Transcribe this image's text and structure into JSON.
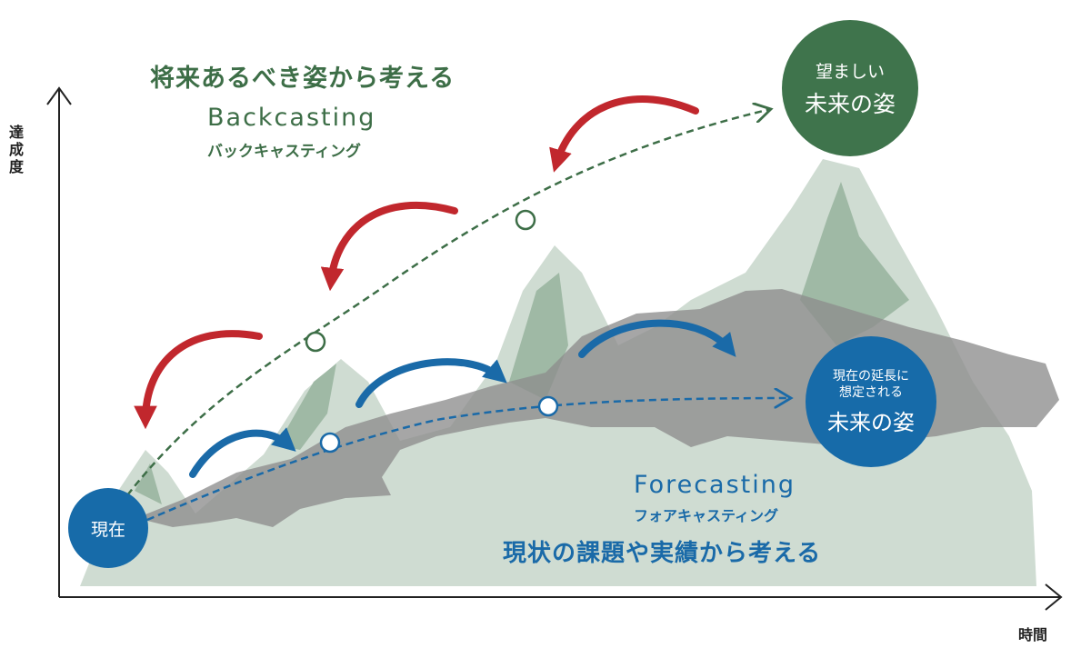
{
  "backcasting": {
    "title": "将来あるべき姿から考える",
    "name_en": "Backcasting",
    "name_kana": "バックキャスティング"
  },
  "forecasting": {
    "title": "現状の課題や実績から考える",
    "name_en": "Forecasting",
    "name_kana": "フォアキャスティング"
  },
  "axes": {
    "y_label": "達成度",
    "x_label": "時間"
  },
  "nodes": {
    "goal": {
      "line1": "望ましい",
      "line2": "未来の姿"
    },
    "projected": {
      "line1": "現在の延長に",
      "line2": "想定される",
      "line3": "未来の姿"
    },
    "current": {
      "label": "現在"
    }
  },
  "colors": {
    "backcasting_green": "#3d6e47",
    "forecasting_blue": "#1a6aa8",
    "arrow_red": "#c1272d",
    "mountain_light": "#cfdcd2",
    "mountain_mid": "#9fb9a5",
    "cloud_gray": "#8d8d8d"
  }
}
